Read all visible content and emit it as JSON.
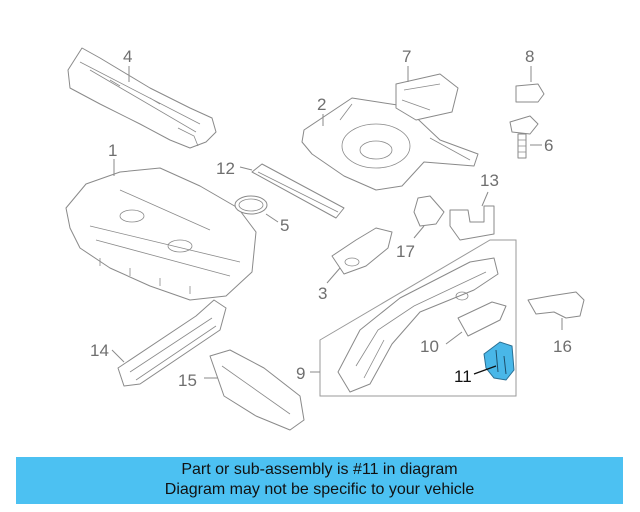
{
  "callouts": {
    "c1": "1",
    "c2": "2",
    "c3": "3",
    "c4": "4",
    "c5": "5",
    "c6": "6",
    "c7": "7",
    "c8": "8",
    "c9": "9",
    "c10": "10",
    "c11": "11",
    "c12": "12",
    "c13": "13",
    "c14": "14",
    "c15": "15",
    "c16": "16",
    "c17": "17"
  },
  "highlight": {
    "part_number": "11",
    "color": "#49b7e8"
  },
  "banner": {
    "line1": "Part or sub-assembly is #11 in diagram",
    "line2": "Diagram may not be specific to your vehicle",
    "background": "#4cc1f2"
  }
}
